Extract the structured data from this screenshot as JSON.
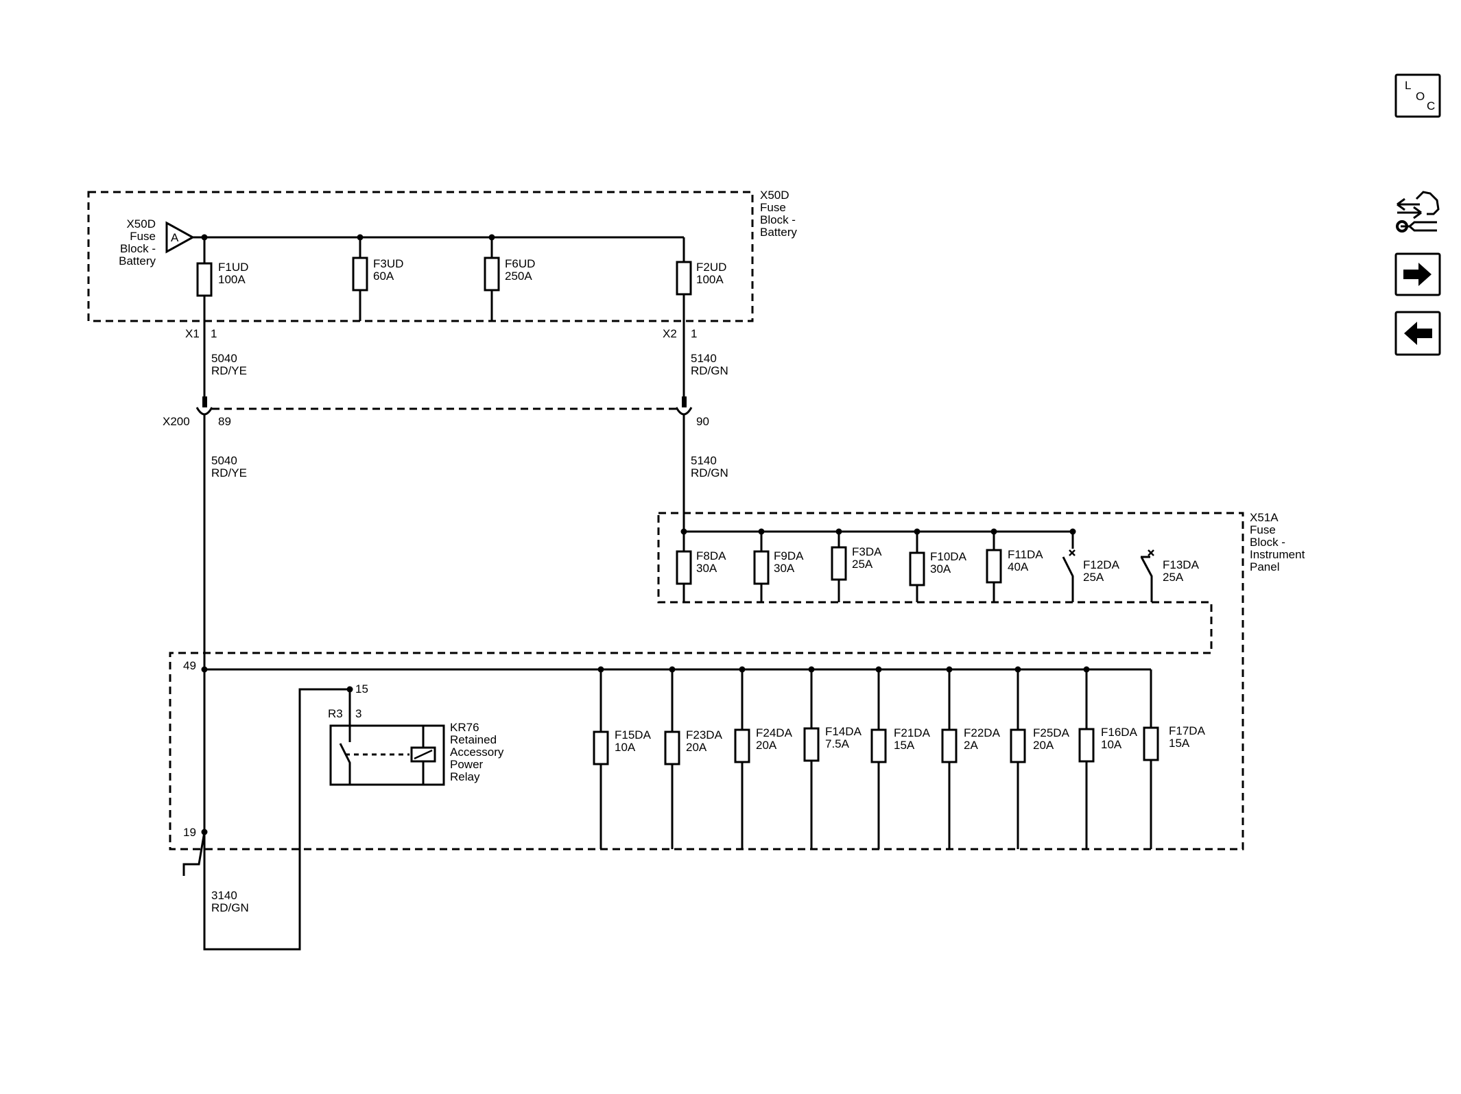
{
  "nav": {
    "loc_letters": [
      "L",
      "O",
      "C"
    ],
    "icons": [
      "loc-icon",
      "connector-wrench-icon",
      "arrow-right-icon",
      "arrow-left-icon"
    ]
  },
  "blocks": {
    "x50d_label": [
      "X50D",
      "Fuse",
      "Block -",
      "Battery"
    ],
    "x50d_left_label": [
      "X50D",
      "Fuse",
      "Block -",
      "Battery"
    ],
    "x50d_terminal": "A",
    "x51a_label": [
      "X51A",
      "Fuse",
      "Block -",
      "Instrument",
      "Panel"
    ]
  },
  "fuses_x50d": [
    {
      "name": "F1UD",
      "rating": "100A"
    },
    {
      "name": "F3UD",
      "rating": "60A"
    },
    {
      "name": "F6UD",
      "rating": "250A"
    },
    {
      "name": "F2UD",
      "rating": "100A"
    }
  ],
  "fuses_x51a_top": [
    {
      "name": "F8DA",
      "rating": "30A"
    },
    {
      "name": "F9DA",
      "rating": "30A"
    },
    {
      "name": "F3DA",
      "rating": "25A"
    },
    {
      "name": "F10DA",
      "rating": "30A"
    },
    {
      "name": "F11DA",
      "rating": "40A"
    },
    {
      "name": "F12DA",
      "rating": "25A"
    },
    {
      "name": "F13DA",
      "rating": "25A"
    }
  ],
  "fuses_x51a_bottom": [
    {
      "name": "F15DA",
      "rating": "10A"
    },
    {
      "name": "F23DA",
      "rating": "20A"
    },
    {
      "name": "F24DA",
      "rating": "20A"
    },
    {
      "name": "F14DA",
      "rating": "7.5A"
    },
    {
      "name": "F21DA",
      "rating": "15A"
    },
    {
      "name": "F22DA",
      "rating": "2A"
    },
    {
      "name": "F25DA",
      "rating": "20A"
    },
    {
      "name": "F16DA",
      "rating": "10A"
    },
    {
      "name": "F17DA",
      "rating": "15A"
    }
  ],
  "connectors": {
    "x1": "X1",
    "x1_pin": "1",
    "x2": "X2",
    "x2_pin": "1",
    "x200": "X200",
    "x200_pin_left": "89",
    "x200_pin_right": "90",
    "pin_49": "49",
    "pin_19": "19",
    "pin_15": "15",
    "r3": "R3",
    "r3_pin": "3"
  },
  "wires": {
    "w5040_upper": [
      "5040",
      "RD/YE"
    ],
    "w5140_upper": [
      "5140",
      "RD/GN"
    ],
    "w5040_lower": [
      "5040",
      "RD/YE"
    ],
    "w5140_lower": [
      "5140",
      "RD/GN"
    ],
    "w3140": [
      "3140",
      "RD/GN"
    ]
  },
  "relay": {
    "label": [
      "KR76",
      "Retained",
      "Accessory",
      "Power",
      "Relay"
    ]
  }
}
